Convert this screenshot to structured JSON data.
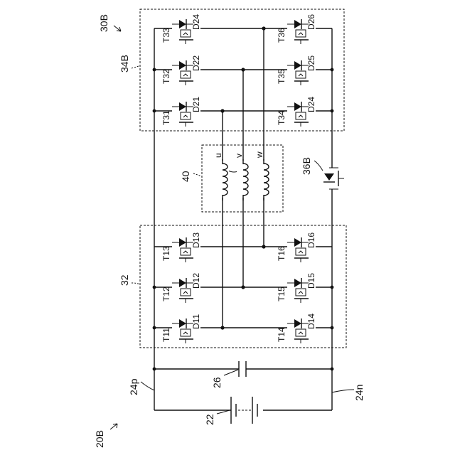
{
  "refs": {
    "system": "20B",
    "converter": "30B",
    "upper_unit": "34B",
    "lower_unit": "32",
    "motor": "40",
    "switch": "36B",
    "battery": "22",
    "capacitor": "26",
    "pos_line": "24p",
    "neg_line": "24n"
  },
  "phases": [
    "u",
    "v",
    "w"
  ],
  "upper_left": [
    {
      "t": "T33",
      "d": "D24"
    },
    {
      "t": "T32",
      "d": "D22"
    },
    {
      "t": "T31",
      "d": "D21"
    }
  ],
  "upper_right": [
    {
      "t": "T36",
      "d": "D26"
    },
    {
      "t": "T35",
      "d": "D25"
    },
    {
      "t": "T34",
      "d": "D24"
    }
  ],
  "lower_left": [
    {
      "t": "T13",
      "d": "D13"
    },
    {
      "t": "T12",
      "d": "D12"
    },
    {
      "t": "T11",
      "d": "D11"
    }
  ],
  "lower_right": [
    {
      "t": "T16",
      "d": "D16"
    },
    {
      "t": "T15",
      "d": "D15"
    },
    {
      "t": "T14",
      "d": "D14"
    }
  ]
}
